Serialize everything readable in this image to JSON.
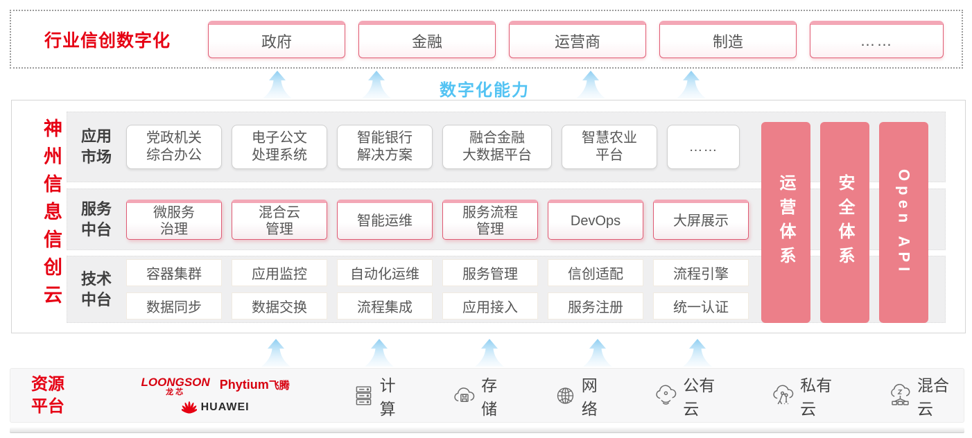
{
  "top_banner": {
    "label": "行业信创数字化",
    "industries": [
      "政府",
      "金融",
      "运营商",
      "制造",
      "……"
    ]
  },
  "capability_label": "数字化能力",
  "cloud_platform": {
    "vertical_title": "神州信息信创云",
    "app_market": {
      "label": "应用\n市场",
      "items": [
        "党政机关\n综合办公",
        "电子公文\n处理系统",
        "智能银行\n解决方案",
        "融合金融\n大数据平台",
        "智慧农业\n平台",
        "……"
      ]
    },
    "service_platform": {
      "label": "服务\n中台",
      "items": [
        "微服务\n治理",
        "混合云\n管理",
        "智能运维",
        "服务流程\n管理",
        "DevOps",
        "大屏展示"
      ]
    },
    "tech_platform": {
      "label": "技术\n中台",
      "row1": [
        "容器集群",
        "应用监控",
        "自动化运维",
        "服务管理",
        "信创适配",
        "流程引擎"
      ],
      "row2": [
        "数据同步",
        "数据交换",
        "流程集成",
        "应用接入",
        "服务注册",
        "统一认证"
      ]
    },
    "side_bars": [
      "运营体系",
      "安全体系",
      "Open API"
    ]
  },
  "resource_platform": {
    "label": "资源\n平台",
    "vendors": {
      "loongson": {
        "name": "LOONGSON",
        "sub": "龙芯"
      },
      "phytium": {
        "name": "Phytium",
        "sub": "飞腾"
      },
      "huawei": {
        "name": "HUAWEI"
      }
    },
    "resources": [
      {
        "icon": "compute-server-icon",
        "label": "计算"
      },
      {
        "icon": "storage-cloud-icon",
        "label": "存储"
      },
      {
        "icon": "network-globe-icon",
        "label": "网络"
      },
      {
        "icon": "public-cloud-icon",
        "label": "公有云"
      },
      {
        "icon": "private-cloud-icon",
        "label": "私有云"
      },
      {
        "icon": "hybrid-cloud-icon",
        "label": "混合云"
      }
    ]
  },
  "colors": {
    "brand_red": "#e60013",
    "accent_pink": "#ec7f89",
    "pink_border": "#e05c74",
    "pink_top_strip": "#f3a7b6",
    "capability_blue": "#53c3f3",
    "row_bg": "#efeff0",
    "text_dark": "#4a4a4a"
  }
}
